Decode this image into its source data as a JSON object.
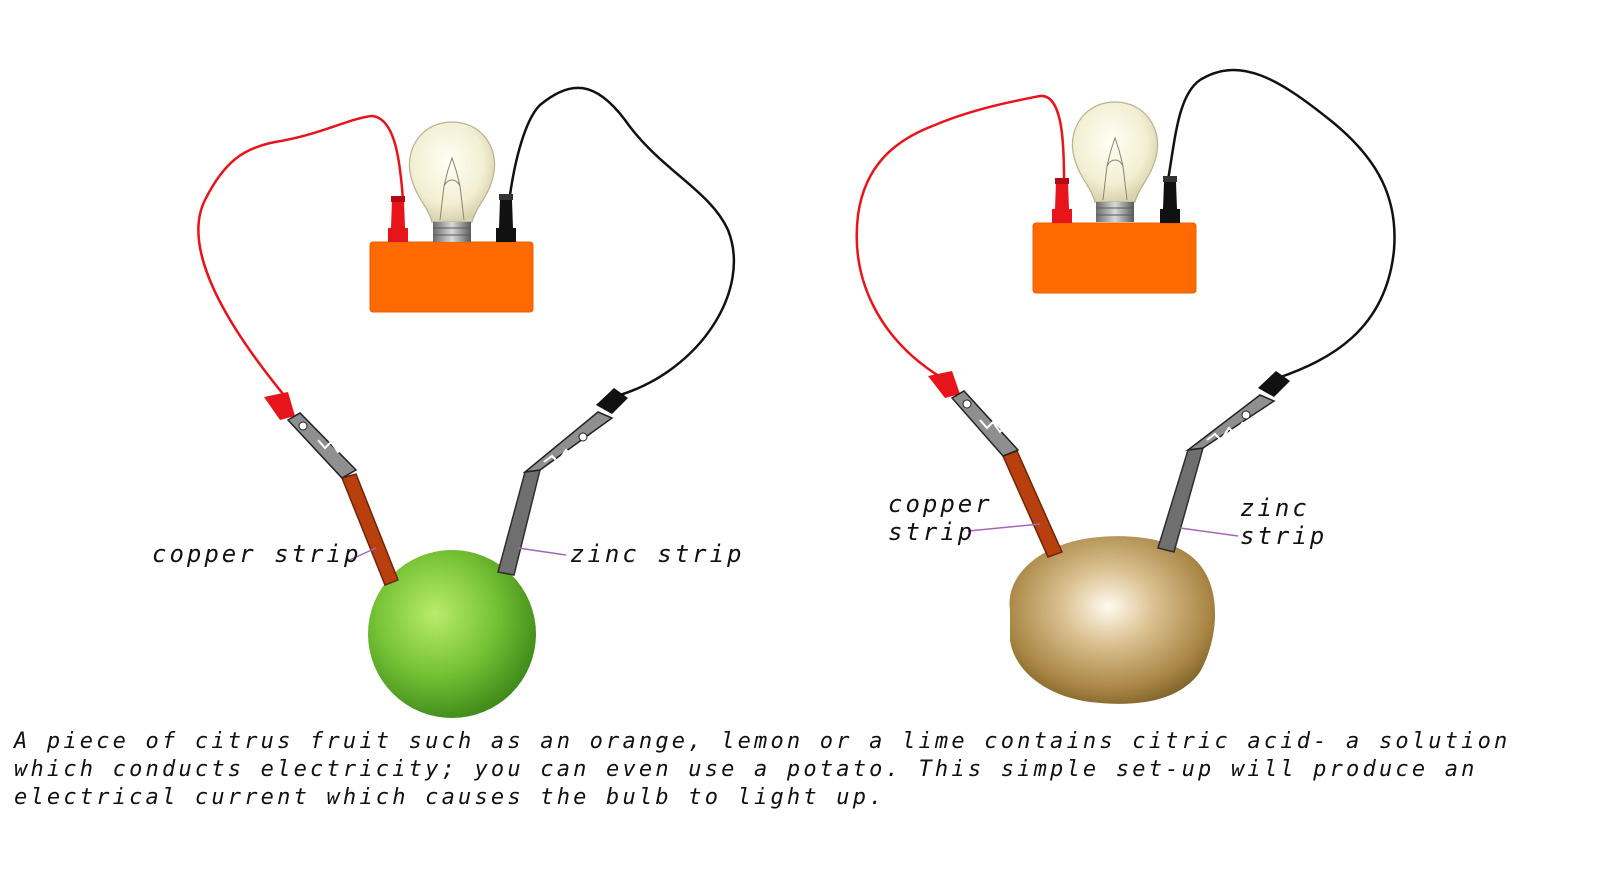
{
  "setups": [
    {
      "name": "lime",
      "copper_label": "copper strip",
      "zinc_label": "zinc strip",
      "colors": {
        "fruit": "#7cc53a",
        "box": "#ff6a00",
        "red_wire": "#e8141b",
        "black_wire": "#111111",
        "copper": "#b8400f",
        "zinc": "#6f6f6f"
      }
    },
    {
      "name": "potato",
      "copper_label_lines": [
        "copper",
        "strip"
      ],
      "zinc_label_lines": [
        "zinc",
        "strip"
      ],
      "colors": {
        "fruit": "#b48a45",
        "box": "#ff6a00",
        "red_wire": "#e8141b",
        "black_wire": "#111111",
        "copper": "#b8400f",
        "zinc": "#6f6f6f"
      }
    }
  ],
  "caption": {
    "lines": [
      "A piece of citrus fruit such as an orange, lemon or a lime contains citric acid- a solution",
      "which conducts electricity; you can even use a potato.  This simple set-up will produce an",
      "electrical current which causes the bulb to light up."
    ]
  },
  "colors": {
    "leader_line": "#a566b8"
  }
}
